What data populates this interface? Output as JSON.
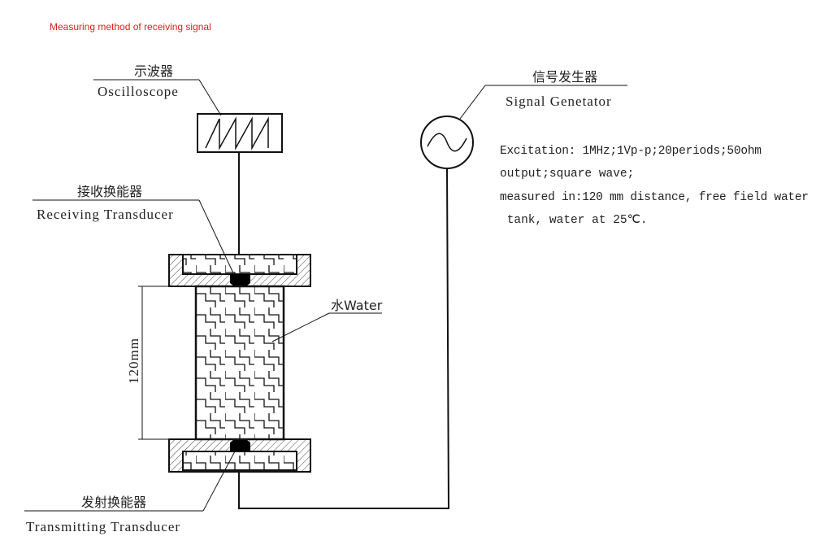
{
  "title": "Measuring method of receiving signal",
  "oscilloscope": {
    "label_cn": "示波器",
    "label_en": "Oscilloscope"
  },
  "receiving_transducer": {
    "label_cn": "接收换能器",
    "label_en": "Receiving Transducer"
  },
  "transmitting_transducer": {
    "label_cn": "发射换能器",
    "label_en": "Transmitting Transducer"
  },
  "water": {
    "label": "水Water"
  },
  "dimension": {
    "label": "120mm"
  },
  "signal_generator": {
    "label_cn": "信号发生器",
    "label_en": "Signal Genetator"
  },
  "notes": [
    "Excitation: 1MHz;1Vp-p;20periods;50ohm",
    "output;square wave;",
    "measured in:120 mm distance, free field water",
    " tank, water at 25℃."
  ]
}
